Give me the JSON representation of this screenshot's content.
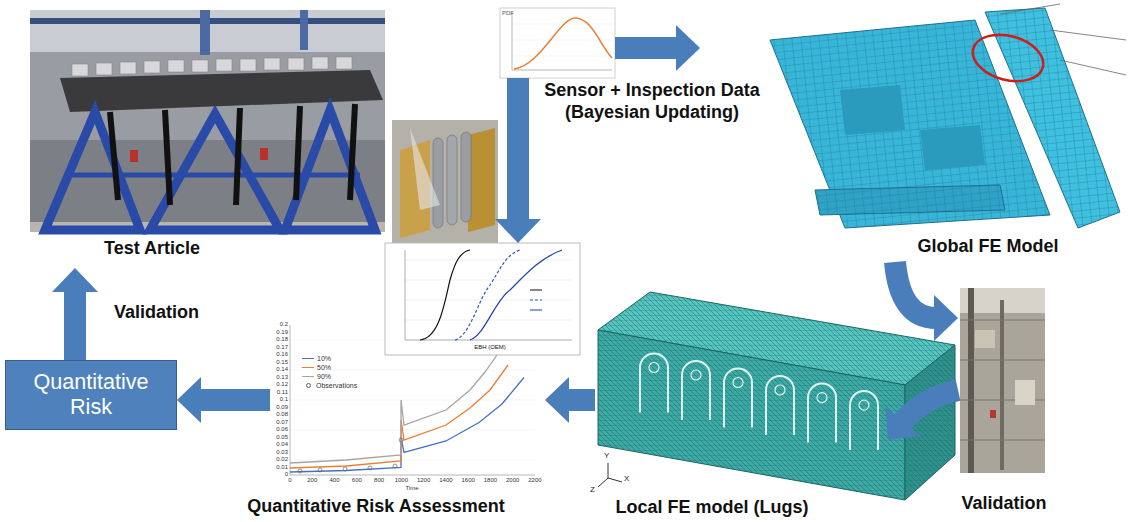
{
  "diagram": {
    "nodes": [
      {
        "text": [
          "Test Article"
        ]
      },
      {
        "text": [
          "Sensor + Inspection Data (Bayesian Updating)"
        ]
      },
      {
        "text": [
          "Global FE Model"
        ]
      },
      {
        "text": [
          "EBH (OEM)"
        ]
      },
      {
        "text": [
          "Quantitative Risk"
        ]
      },
      {
        "text": [
          "Quantitative Risk Assessment"
        ]
      },
      {
        "text": [
          "Local FE model (Lugs)"
        ]
      },
      {
        "text": [
          "Validation"
        ]
      }
    ],
    "edges": [
      {
        "from": 1,
        "to": 2,
        "arrow": "to"
      },
      {
        "from": 1,
        "to": 3,
        "arrow": "to"
      },
      {
        "from": 2,
        "to": 7,
        "arrow": "to"
      },
      {
        "from": 7,
        "to": 6,
        "arrow": "to"
      },
      {
        "from": 6,
        "to": 5,
        "arrow": "to"
      },
      {
        "from": 5,
        "to": 4,
        "arrow": "to"
      },
      {
        "from": 4,
        "to": 0,
        "arrow": "to",
        "label": "Validation"
      }
    ],
    "labels": [
      "PDF",
      "Y",
      "Z",
      "X",
      "Time",
      "0",
      "0.01",
      "0.02",
      "0.03",
      "0.04",
      "0.05",
      "0.06",
      "0.07",
      "0.08",
      "0.09",
      "0.1",
      "0.11",
      "0.12",
      "0.13",
      "0.14",
      "0.15",
      "0.16",
      "0.17",
      "0.18",
      "0.19",
      "0.2",
      "0",
      "200",
      "400",
      "600",
      "800",
      "1000",
      "1200",
      "1400",
      "1600",
      "1800",
      "2000",
      "2200"
    ],
    "legend": [
      {
        "text": "10%"
      },
      {
        "text": "50%"
      },
      {
        "text": "90%"
      },
      {
        "text": "Observations"
      }
    ]
  }
}
